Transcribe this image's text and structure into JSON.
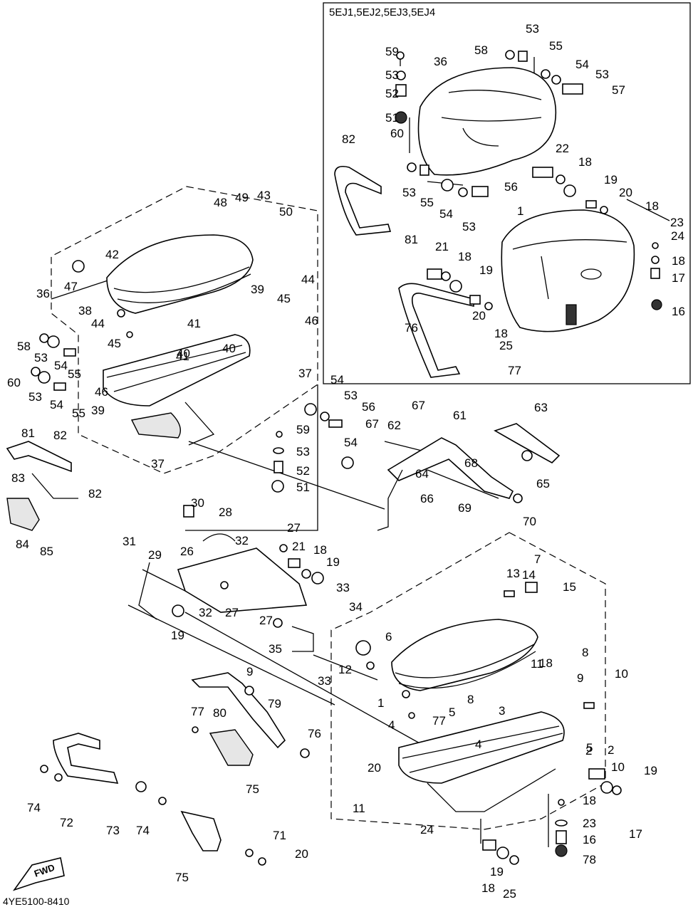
{
  "inset_header": "5EJ1,5EJ2,5EJ3,5EJ4",
  "diagram_code": "4YE5100-8410",
  "fwd_label": "FWD",
  "callouts": [
    "53",
    "58",
    "55",
    "59",
    "36",
    "54",
    "53",
    "53",
    "57",
    "52",
    "51",
    "82",
    "60",
    "22",
    "18",
    "19",
    "56",
    "20",
    "18",
    "53",
    "55",
    "54",
    "53",
    "1",
    "23",
    "24",
    "81",
    "18",
    "21",
    "18",
    "19",
    "17",
    "16",
    "20",
    "18",
    "25",
    "76",
    "77",
    "48",
    "49",
    "43",
    "50",
    "42",
    "44",
    "47",
    "45",
    "36",
    "38",
    "39",
    "44",
    "45",
    "46",
    "41",
    "58",
    "53",
    "54",
    "40",
    "55",
    "41",
    "60",
    "40",
    "37",
    "53",
    "54",
    "55",
    "46",
    "39",
    "54",
    "53",
    "56",
    "37",
    "81",
    "82",
    "59",
    "53",
    "52",
    "51",
    "67",
    "62",
    "61",
    "63",
    "54",
    "67",
    "68",
    "64",
    "65",
    "66",
    "69",
    "70",
    "83",
    "82",
    "84",
    "85",
    "30",
    "28",
    "32",
    "27",
    "31",
    "21",
    "18",
    "19",
    "29",
    "26",
    "33",
    "27",
    "34",
    "32",
    "27",
    "19",
    "35",
    "33",
    "7",
    "13",
    "14",
    "15",
    "6",
    "12",
    "8",
    "11",
    "9",
    "10",
    "1",
    "8",
    "5",
    "3",
    "4",
    "9",
    "77",
    "80",
    "79",
    "76",
    "77",
    "4",
    "5",
    "2",
    "20",
    "10",
    "19",
    "18",
    "11",
    "2",
    "24",
    "18",
    "23",
    "17",
    "16",
    "78",
    "75",
    "74",
    "72",
    "73",
    "74",
    "71",
    "75",
    "20",
    "19",
    "18",
    "25"
  ]
}
